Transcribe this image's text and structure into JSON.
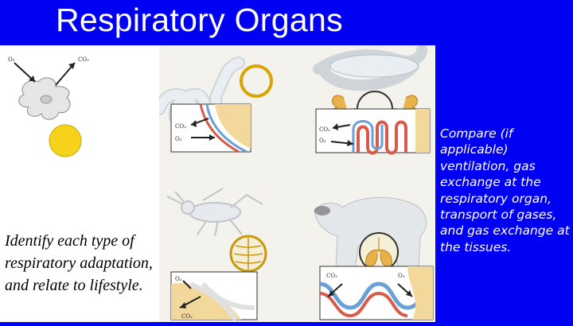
{
  "slide": {
    "title": "Respiratory Organs",
    "left_prompt": "Identify each type of respiratory adaptation, and relate to lifestyle.",
    "right_prompt": "Compare (if applicable) ventilation, gas exchange at the respiratory organ, transport of gases, and gas exchange at the tissues."
  },
  "figure": {
    "labels": {
      "o2": "O₂",
      "co2": "CO₂"
    }
  },
  "colors": {
    "background": "#0000f2",
    "text": "#ffffff"
  }
}
